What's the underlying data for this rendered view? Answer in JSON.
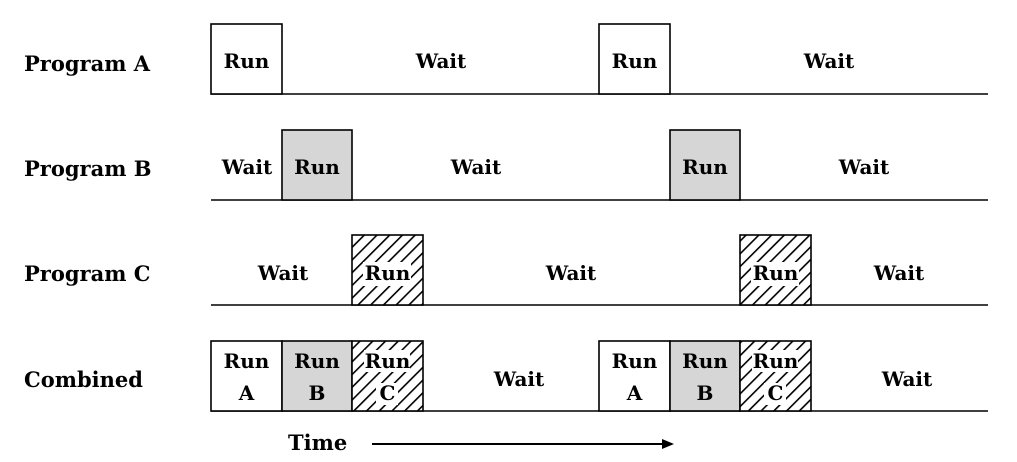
{
  "rows": [
    {
      "label": "Program A",
      "segments": [
        {
          "text": "Run",
          "style": "white"
        },
        {
          "text": "Wait",
          "style": "none"
        },
        {
          "text": "Run",
          "style": "white"
        },
        {
          "text": "Wait",
          "style": "none"
        }
      ]
    },
    {
      "label": "Program B",
      "segments": [
        {
          "text": "Wait",
          "style": "none"
        },
        {
          "text": "Run",
          "style": "gray"
        },
        {
          "text": "Wait",
          "style": "none"
        },
        {
          "text": "Run",
          "style": "gray"
        },
        {
          "text": "Wait",
          "style": "none"
        }
      ]
    },
    {
      "label": "Program C",
      "segments": [
        {
          "text": "Wait",
          "style": "none"
        },
        {
          "text": "Run",
          "style": "hatch"
        },
        {
          "text": "Wait",
          "style": "none"
        },
        {
          "text": "Run",
          "style": "hatch"
        },
        {
          "text": "Wait",
          "style": "none"
        }
      ]
    },
    {
      "label": "Combined",
      "segments": [
        {
          "text": "Run",
          "sub": "A",
          "style": "white"
        },
        {
          "text": "Run",
          "sub": "B",
          "style": "gray"
        },
        {
          "text": "Run",
          "sub": "C",
          "style": "hatch"
        },
        {
          "text": "Wait",
          "style": "none"
        },
        {
          "text": "Run",
          "sub": "A",
          "style": "white"
        },
        {
          "text": "Run",
          "sub": "B",
          "style": "gray"
        },
        {
          "text": "Run",
          "sub": "C",
          "style": "hatch"
        },
        {
          "text": "Wait",
          "style": "none"
        }
      ]
    }
  ],
  "time_label": "Time",
  "colors": {
    "line": "#000000",
    "gray_fill": "#d6d6d6",
    "white_fill": "#ffffff"
  }
}
